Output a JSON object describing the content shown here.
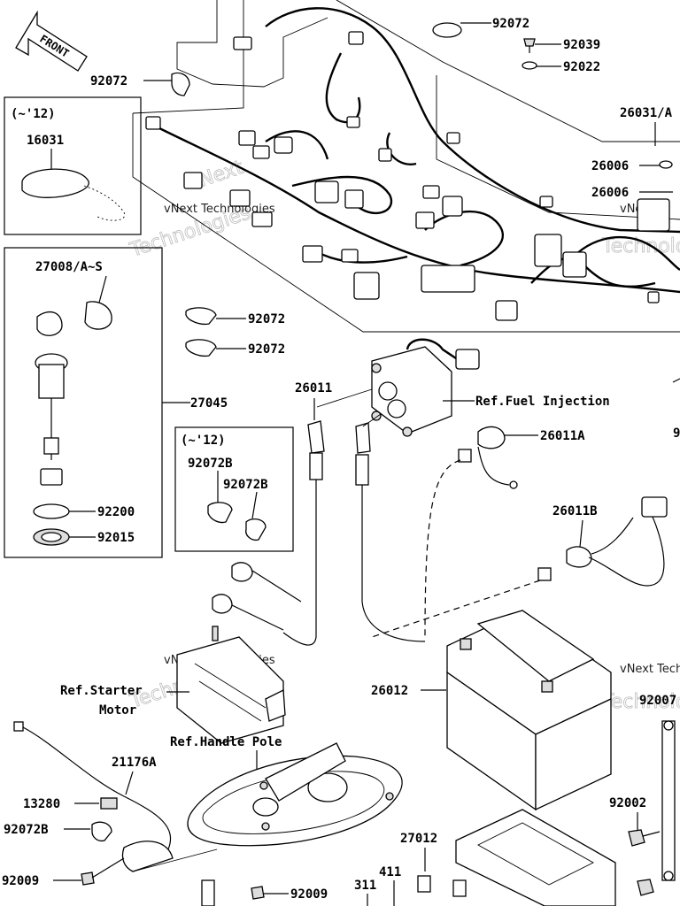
{
  "front_arrow": {
    "label": "FRONT"
  },
  "box_12_a": {
    "note": "(~'12)",
    "part": "16031"
  },
  "box_switch": {
    "parts": [
      "27008/A~S",
      "27045",
      "92200",
      "92015"
    ]
  },
  "box_12_b": {
    "note": "(~'12)",
    "parts": [
      "92072B",
      "92072B"
    ]
  },
  "labels": {
    "p92072_top": "92072",
    "p92039": "92039",
    "p92022": "92022",
    "p92072_left": "92072",
    "p26031": "26031/A",
    "p26006_a": "26006",
    "p26006_b": "26006",
    "p92072_mid1": "92072",
    "p92072_mid2": "92072",
    "p26011": "26011",
    "p26011A": "26011A",
    "p26011B": "26011B",
    "p26012": "26012",
    "p92007": "92007",
    "p92002": "92002",
    "p27012": "27012",
    "p411": "411",
    "p311": "311",
    "p21176A": "21176A",
    "p13280": "13280",
    "p92072B_bottom": "92072B",
    "p92009_a": "92009",
    "p92009_b": "92009",
    "partial_9": "9"
  },
  "refs": {
    "fuel_injection": "Ref.Fuel Injection",
    "starter_line1": "Ref.Starter",
    "starter_line2": "Motor",
    "handle_pole": "Ref.Handle Pole"
  },
  "watermark": {
    "text1": "vNext Technologies",
    "text2": "vNext",
    "text3": "Technologies"
  }
}
